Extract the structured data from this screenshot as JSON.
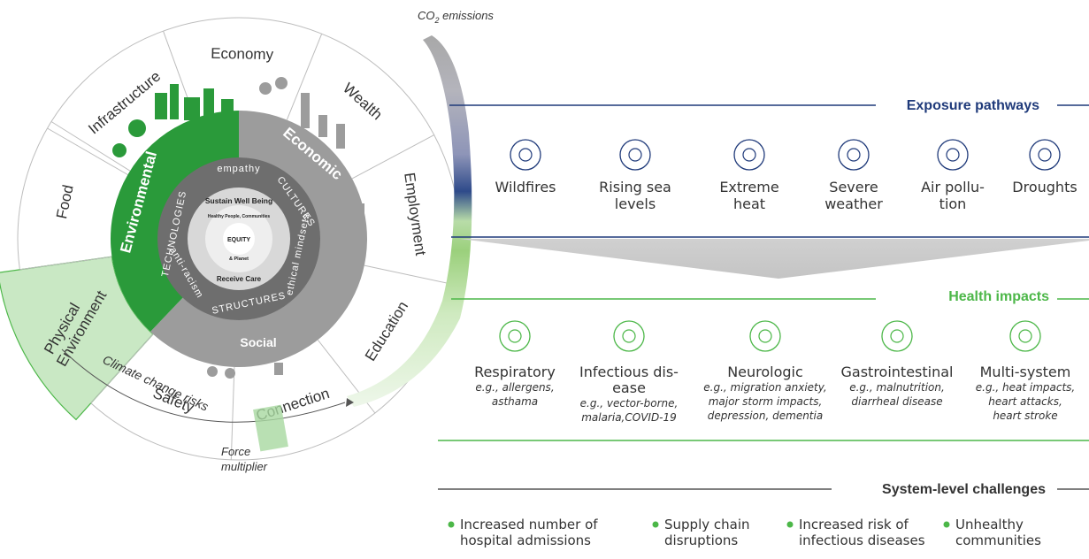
{
  "wheel": {
    "outer_segments": [
      "Infrastructure",
      "Economy",
      "Wealth",
      "Employment",
      "Education",
      "Connection",
      "Safety",
      "Food"
    ],
    "physical_environment": [
      "Physical",
      "Environment"
    ],
    "pillars": {
      "environmental": "Environmental",
      "economic": "Economic",
      "social": "Social"
    },
    "ring_words": {
      "technologies": "TECHNOLOGIES",
      "cultures": "CULTURES",
      "structures": "STRUCTURES",
      "empathy": "empathy",
      "anti_racism": "anti-racism",
      "ethical_mindsets": "ethical mindsets"
    },
    "core": {
      "sustain": "Sustain Well Being",
      "healthy": "Healthy People, Communities",
      "equity": "EQUITY",
      "planet": "& Planet",
      "receive": "Receive Care"
    }
  },
  "co2_label": "CO",
  "co2_sub": "2",
  "co2_suffix": " emissions",
  "climate_risks": "Climate change risks",
  "force_multiplier": [
    "Force",
    "multiplier"
  ],
  "exposure": {
    "title": "Exposure pathways",
    "items": [
      {
        "icon": "wildfire-icon",
        "label": [
          "Wildfires"
        ]
      },
      {
        "icon": "rising-sea-icon",
        "label": [
          "Rising sea",
          "levels"
        ]
      },
      {
        "icon": "thermometer-icon",
        "label": [
          "Extreme",
          "heat"
        ]
      },
      {
        "icon": "storm-cloud-icon",
        "label": [
          "Severe",
          "weather"
        ]
      },
      {
        "icon": "wind-icon",
        "label": [
          "Air pollu-",
          "tion"
        ]
      },
      {
        "icon": "drought-icon",
        "label": [
          "Droughts"
        ]
      }
    ]
  },
  "health": {
    "title": "Health impacts",
    "items": [
      {
        "icon": "lungs-icon",
        "title": [
          "Respiratory"
        ],
        "sub": [
          "e.g., allergens,",
          "asthama"
        ]
      },
      {
        "icon": "virus-search-icon",
        "title": [
          "Infectious dis-",
          "ease"
        ],
        "sub": [
          "e.g., vector-borne,",
          "malaria,COVID-19"
        ]
      },
      {
        "icon": "brain-icon",
        "title": [
          "Neurologic"
        ],
        "sub": [
          "e.g., migration anxiety,",
          "major storm impacts,",
          "depression, dementia"
        ]
      },
      {
        "icon": "stomach-icon",
        "title": [
          "Gastrointestinal"
        ],
        "sub": [
          "e.g., malnutrition,",
          "diarrheal disease"
        ]
      },
      {
        "icon": "body-icon",
        "title": [
          "Multi-system"
        ],
        "sub": [
          "e.g., heat impacts,",
          "heart attacks,",
          "heart stroke"
        ]
      }
    ]
  },
  "challenges": {
    "title": "System-level challenges",
    "items": [
      [
        "Increased number of",
        "hospital admissions"
      ],
      [
        "Supply chain",
        "disruptions"
      ],
      [
        "Increased risk of",
        "infectious diseases"
      ],
      [
        "Unhealthy",
        "communities"
      ]
    ]
  },
  "colors": {
    "navy": "#1f3a7a",
    "green": "#4cb748",
    "dark_green": "#2a9a3a",
    "light_green": "#c9e8c4",
    "gray": "#9a9a9a",
    "dark_gray": "#6e6e6e"
  }
}
